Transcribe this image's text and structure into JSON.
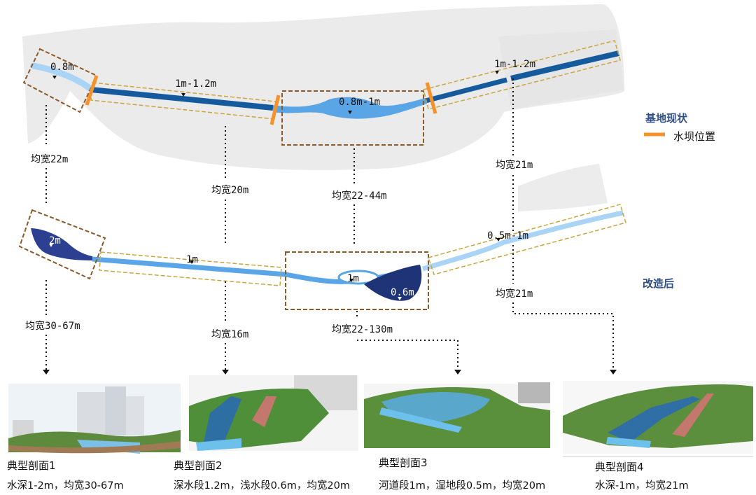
{
  "legend": {
    "current_title": "基地现状",
    "dam_label": "水坝位置",
    "after_title": "改造后",
    "colors": {
      "title": "#2f4f86",
      "dam": "#f5922a",
      "deep": "#155a9c",
      "mid": "#5aa5e6",
      "light": "#a9d4f5",
      "darkpool": "#1e3477",
      "box_brown": "#8a5a2b",
      "box_gold": "#c8a640"
    }
  },
  "current": {
    "depths": [
      "0.8m",
      "1m-1.2m",
      "0.8m-1m",
      "1m-1.2m"
    ],
    "widths": [
      "均宽22m",
      "均宽20m",
      "均宽22-44m",
      "均宽21m"
    ]
  },
  "after": {
    "depths": [
      "2m",
      "1m",
      "1m",
      "0.6m",
      "0.5m-1m"
    ],
    "widths": [
      "均宽30-67m",
      "均宽16m",
      "均宽22-130m",
      "均宽21m"
    ]
  },
  "sections": [
    {
      "title": "典型剖面1",
      "desc": "水深1-2m，均宽30-67m"
    },
    {
      "title": "典型剖面2",
      "desc": "深水段1.2m，浅水段0.6m，均宽20m"
    },
    {
      "title": "典型剖面3",
      "desc": "河道段1m，湿地段0.5m，均宽20m"
    },
    {
      "title": "典型剖面4",
      "desc": "水深-1m，均宽21m"
    }
  ]
}
